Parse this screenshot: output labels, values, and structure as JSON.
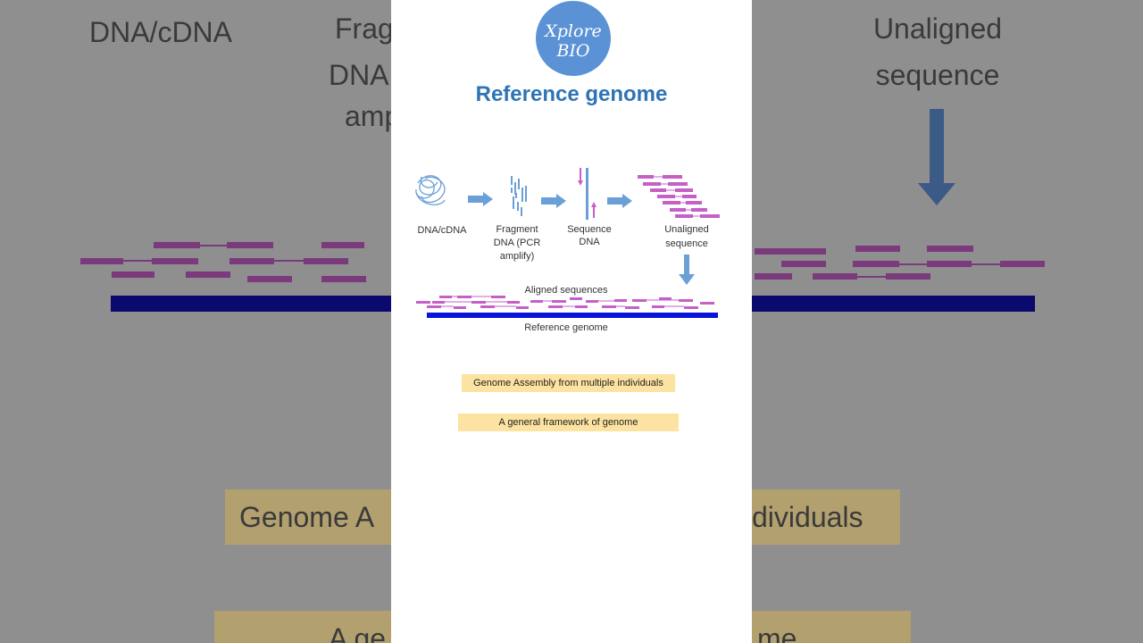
{
  "background": {
    "labels": [
      "DNA/cDNA",
      "Frag",
      "DNA",
      "amp",
      "Unaligned",
      "sequence",
      "Genome A",
      "dividuals",
      "A ge",
      "me"
    ]
  },
  "logo": {
    "line1": "Xplore",
    "line2": "BIO"
  },
  "title": "Reference genome",
  "diagram": {
    "steps": [
      {
        "label_lines": [
          "DNA/cDNA"
        ]
      },
      {
        "label_lines": [
          "Fragment",
          "DNA (PCR",
          "amplify)"
        ]
      },
      {
        "label_lines": [
          "Sequence",
          "DNA"
        ]
      },
      {
        "label_lines": [
          "Unaligned",
          "sequence"
        ]
      }
    ],
    "aligned_label": "Aligned sequences",
    "reference_label": "Reference genome"
  },
  "highlights": [
    "Genome Assembly from multiple individuals",
    "A general framework of genome"
  ],
  "colors": {
    "accent": "#2e74b5",
    "logo": "#5b92d6",
    "arrow": "#6b9fd8",
    "read": "#c460c8",
    "reference": "#0a14d8",
    "highlight": "#fde3a1"
  }
}
